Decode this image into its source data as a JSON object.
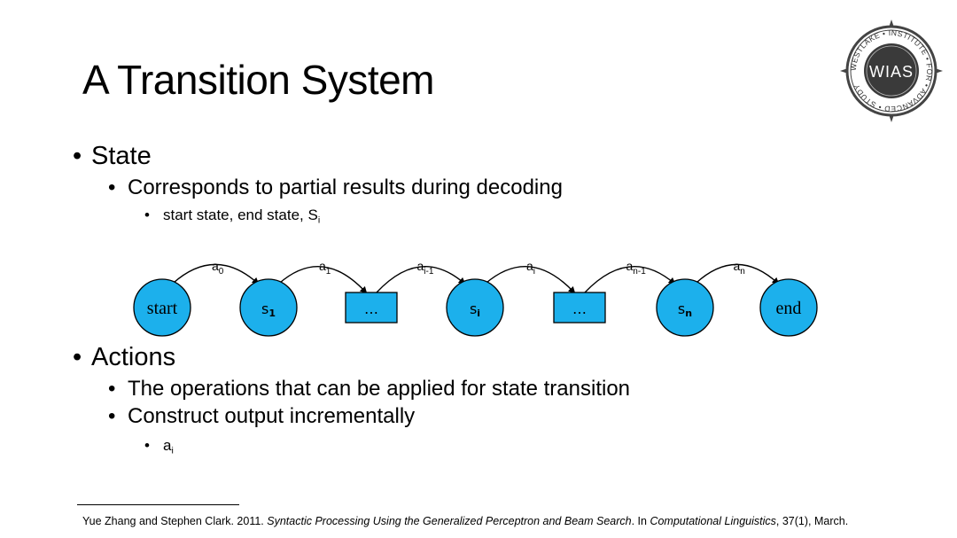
{
  "slide": {
    "title": "A Transition System"
  },
  "logo": {
    "center_text": "WIAS",
    "ring_text": "WESTLAKE • INSTITUTE • FOR • ADVANCED • STUDY"
  },
  "bullets": {
    "state": {
      "label": "State",
      "sub1": "Corresponds to partial results during decoding",
      "sub2_text": "start state, end state, S",
      "sub2_sub": "i"
    },
    "actions": {
      "label": "Actions",
      "sub1": "The operations that can be applied for state transition",
      "sub2": "Construct output incrementally",
      "sub3_text": "a",
      "sub3_sub": "i"
    }
  },
  "diagram": {
    "fill_color": "#1cb0ec",
    "nodes": [
      {
        "shape": "circle",
        "text": "start",
        "sub": ""
      },
      {
        "shape": "circle",
        "text": "s",
        "sub": "1"
      },
      {
        "shape": "rect",
        "text": "…",
        "sub": ""
      },
      {
        "shape": "circle",
        "text": "s",
        "sub": "i"
      },
      {
        "shape": "rect",
        "text": "…",
        "sub": ""
      },
      {
        "shape": "circle",
        "text": "s",
        "sub": "n"
      },
      {
        "shape": "circle",
        "text": "end",
        "sub": ""
      }
    ],
    "edges": [
      {
        "text": "a",
        "sub": "0"
      },
      {
        "text": "a",
        "sub": "1"
      },
      {
        "text": "a",
        "sub": "i-1"
      },
      {
        "text": "a",
        "sub": "i"
      },
      {
        "text": "a",
        "sub": "n-1"
      },
      {
        "text": "a",
        "sub": "n"
      }
    ]
  },
  "citation": {
    "part1": "Yue Zhang and Stephen Clark. 2011. ",
    "title": "Syntactic Processing Using the Generalized Perceptron and Beam Search",
    "part2": ". In ",
    "venue": "Computational Linguistics",
    "part3": ", 37(1), March."
  }
}
